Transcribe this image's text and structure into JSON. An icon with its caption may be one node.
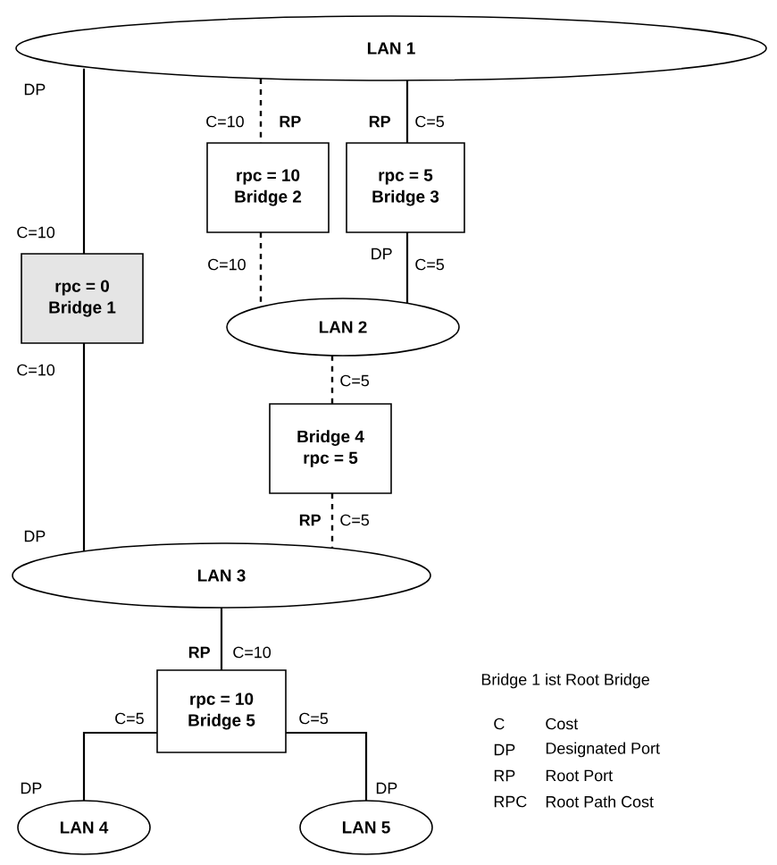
{
  "diagram": {
    "nodes": [
      {
        "text": [
          "LAN 1"
        ]
      },
      {
        "text": [
          "rpc = 10",
          "Bridge 2"
        ]
      },
      {
        "text": [
          "rpc = 5",
          "Bridge 3"
        ]
      },
      {
        "text": [
          "rpc = 0",
          "Bridge 1"
        ]
      },
      {
        "text": [
          "LAN 2"
        ]
      },
      {
        "text": [
          "Bridge 4",
          "rpc = 5"
        ]
      },
      {
        "text": [
          "LAN 3"
        ]
      },
      {
        "text": [
          "rpc = 10",
          "Bridge 5"
        ]
      },
      {
        "text": [
          "LAN 4"
        ]
      },
      {
        "text": [
          "LAN 5"
        ]
      }
    ],
    "edges": [
      {
        "from": 0,
        "to": 3,
        "arrow": "none"
      },
      {
        "from": 3,
        "to": 6,
        "arrow": "none"
      },
      {
        "from": 0,
        "to": 1,
        "arrow": "none",
        "style": "dashed"
      },
      {
        "from": 1,
        "to": 4,
        "arrow": "none",
        "style": "dashed"
      },
      {
        "from": 0,
        "to": 2,
        "arrow": "none"
      },
      {
        "from": 2,
        "to": 4,
        "arrow": "none"
      },
      {
        "from": 4,
        "to": 5,
        "arrow": "none",
        "style": "dashed"
      },
      {
        "from": 5,
        "to": 6,
        "arrow": "none",
        "style": "dashed"
      },
      {
        "from": 6,
        "to": 7,
        "arrow": "none"
      },
      {
        "from": 7,
        "to": 8,
        "arrow": "none"
      },
      {
        "from": 7,
        "to": 9,
        "arrow": "none"
      }
    ],
    "labels": [
      "DP",
      "C=10",
      "RP",
      "RP",
      "C=5",
      "C=10",
      "C=10",
      "DP",
      "C=5",
      "C=10",
      "C=5",
      "RP",
      "C=5",
      "DP",
      "RP",
      "C=10",
      "Bridge 1 ist Root Bridge",
      "C=5",
      "C=5",
      "DP",
      "DP",
      "C",
      "Cost",
      "DP",
      "Designated Port",
      "RP",
      "Root Port",
      "RPC",
      "Root Path Cost"
    ]
  }
}
